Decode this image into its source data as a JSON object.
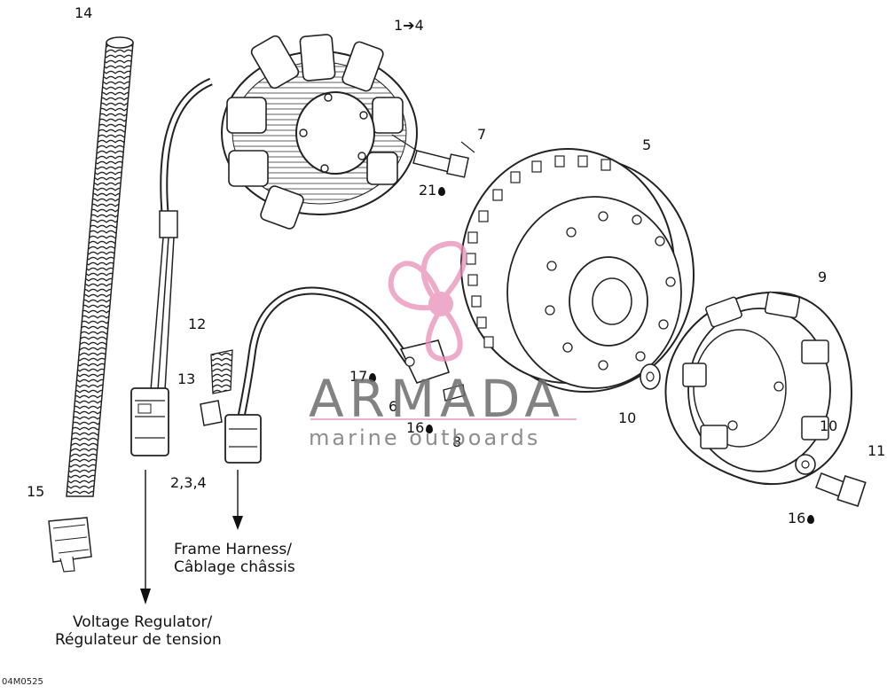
{
  "callouts": {
    "c14": "14",
    "c1to4": "1➔4",
    "c7": "7",
    "c21": "21",
    "c5": "5",
    "c9": "9",
    "c12": "12",
    "c13": "13",
    "c17": "17",
    "c6": "6",
    "c16a": "16",
    "c8": "8",
    "c10a": "10",
    "c10b": "10",
    "c11": "11",
    "c16b": "16",
    "c234": "2,3,4",
    "c15": "15"
  },
  "captions": {
    "frame_harness_en": "Frame Harness/",
    "frame_harness_fr": "Câblage châssis",
    "voltage_regulator_en": "Voltage Regulator/",
    "voltage_regulator_fr": "Régulateur de tension"
  },
  "watermark": {
    "title": "ARMADA",
    "subtitle": "marine outboards",
    "logo_color": "#e98fb8"
  },
  "drawing_code": "04M0525"
}
